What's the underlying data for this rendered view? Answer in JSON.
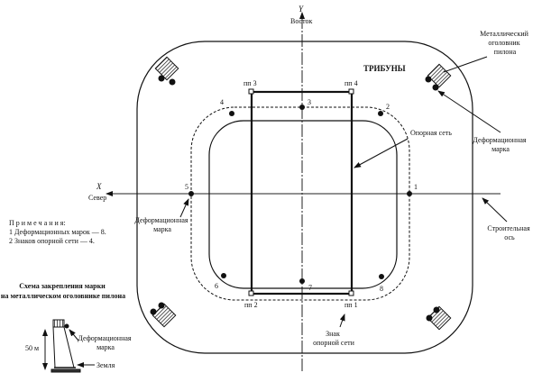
{
  "axes": {
    "y_label": "Y",
    "y_direction": "Восток",
    "x_label": "X",
    "x_direction": "Север"
  },
  "stands_label": "ТРИБУНЫ",
  "network_points": [
    "пп 1",
    "пп 2",
    "пп 3",
    "пп 4"
  ],
  "marks": [
    "1",
    "2",
    "3",
    "4",
    "5",
    "6",
    "7",
    "8"
  ],
  "callouts": {
    "metal_head": [
      "Металлический",
      "оголовник",
      "пилона"
    ],
    "deform_mark_right": [
      "Деформационная",
      "марка"
    ],
    "reference_network": "Опорная сеть",
    "deform_mark_left": [
      "Деформационная",
      "марка"
    ],
    "construction_axis": [
      "Строительная",
      "ось"
    ],
    "network_sign": [
      "Знак",
      "опорной сети"
    ]
  },
  "notes": {
    "title": "П р и м е ч а н и я:",
    "lines": [
      "1 Деформационных марок — 8.",
      "2 Знаков опорной сети — 4."
    ]
  },
  "inset": {
    "title": [
      "Схема закрепления марки",
      "на металлическом оголовнике пилона"
    ],
    "height_label": "50 м",
    "mark_label": [
      "Деформационная",
      "марка"
    ],
    "ground_label": "Земля"
  }
}
